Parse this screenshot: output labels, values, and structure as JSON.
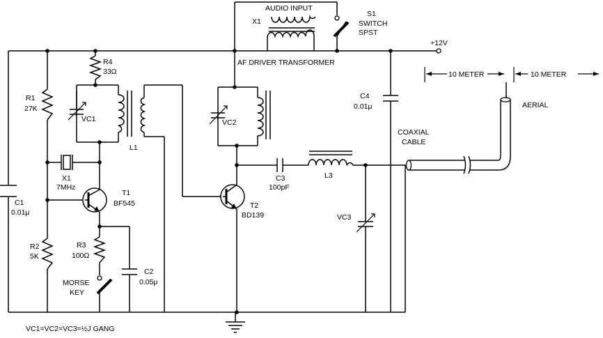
{
  "labels": {
    "audio_input": "AUDIO INPUT",
    "x1_top": "X1",
    "s1_name": "S1",
    "s1_type1": "SWITCH",
    "s1_type2": "SPST",
    "supply": "+12V",
    "af_driver": "AF DRIVER TRANSFORMER",
    "r4_name": "R4",
    "r4_value": "33Ω",
    "r1_name": "R1",
    "r1_value": "27K",
    "vc1": "VC1",
    "l1": "L1",
    "vc2": "VC2",
    "c4_name": "C4",
    "c4_value": "0.01μ",
    "coax1": "COAXIAL",
    "coax2": "CABLE",
    "dim_left": "10 METER",
    "dim_right": "10 METER",
    "aerial": "AERIAL",
    "x1_name": "X1",
    "x1_freq": "7MHz",
    "t1_name": "T1",
    "t1_type": "BF545",
    "c3_name": "C3",
    "c3_value": "100pF",
    "l3": "L3",
    "c1_name": "C1",
    "c1_value": "0.01μ",
    "t2_name": "T2",
    "t2_type": "BD139",
    "vc3": "VC3",
    "r2_name": "R2",
    "r2_value": "5K",
    "r3_name": "R3",
    "r3_value": "100Ω",
    "c2_name": "C2",
    "c2_value": "0.05μ",
    "key1": "MORSE",
    "key2": "KEY",
    "gang_note": "VC1=VC2=VC3=½J GANG"
  }
}
